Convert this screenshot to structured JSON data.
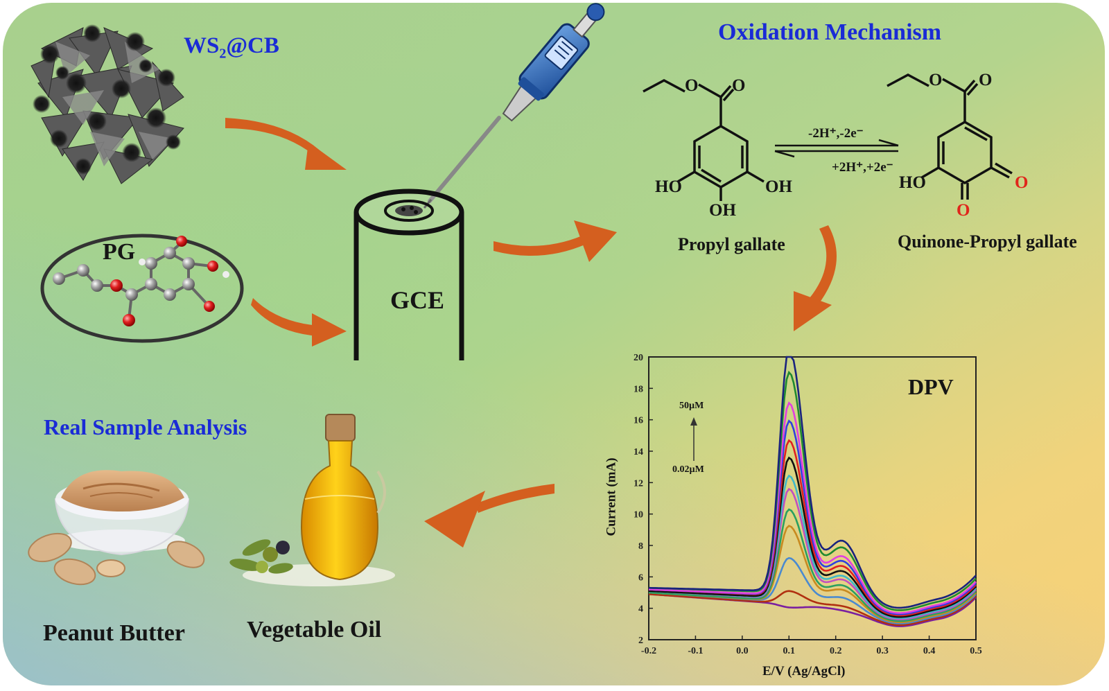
{
  "labels": {
    "ws2cb_main": "WS",
    "ws2cb_sub": "2",
    "ws2cb_tail": "@CB",
    "pg": "PG",
    "gce": "GCE",
    "oxidation_title": "Oxidation Mechanism",
    "propyl_gallate": "Propyl gallate",
    "quinone": "Quinone-Propyl gallate",
    "forward": "-2H⁺,-2e⁻",
    "reverse": "+2H⁺,+2e⁻",
    "real_sample": "Real Sample Analysis",
    "peanut_butter": "Peanut Butter",
    "vegetable_oil": "Vegetable Oil",
    "ho_left": "HO",
    "oh_right": "OH",
    "oh_bottom": "OH",
    "o_top": "O",
    "o_carbonyl": "O",
    "q_o_top": "O",
    "q_o_carbonyl": "O",
    "q_ho_left": "HO",
    "q_o_right": "O",
    "q_o_bottom": "O"
  },
  "colors": {
    "title_blue": "#1a2bd6",
    "arrow_orange": "#d45f1f",
    "quinone_red": "#e0251b"
  },
  "icons": [
    "pipette-icon",
    "ws2cb-nanoparticles-icon",
    "pg-molecule-icon",
    "peanut-butter-icon",
    "vegetable-oil-icon"
  ],
  "chart_data": {
    "type": "line",
    "title": "DPV",
    "xlabel": "E/V (Ag/AgCl)",
    "ylabel": "Current (mA)",
    "xlim": [
      -0.2,
      0.5
    ],
    "ylim": [
      2,
      20
    ],
    "x_ticks": [
      "-0.2",
      "-0.1",
      "0.0",
      "0.1",
      "0.2",
      "0.3",
      "0.4",
      "0.5"
    ],
    "y_ticks": [
      "2",
      "4",
      "6",
      "8",
      "10",
      "12",
      "14",
      "16",
      "18",
      "20"
    ],
    "annotation_top": "50µM",
    "annotation_bottom": "0.02µM",
    "peak_x": 0.1,
    "series": [
      {
        "color": "#7a1fa0",
        "peak": 4.0,
        "base_start": 4.9,
        "base_end": 3.4
      },
      {
        "color": "#b03010",
        "peak": 5.0,
        "base_start": 4.9,
        "base_end": 3.5
      },
      {
        "color": "#4a8ad0",
        "peak": 7.0,
        "base_start": 5.0,
        "base_end": 3.6
      },
      {
        "color": "#c88a20",
        "peak": 9.0,
        "base_start": 5.0,
        "base_end": 3.7
      },
      {
        "color": "#2aa060",
        "peak": 10.0,
        "base_start": 5.0,
        "base_end": 3.8
      },
      {
        "color": "#c050c0",
        "peak": 11.2,
        "base_start": 5.1,
        "base_end": 3.9
      },
      {
        "color": "#40b8c8",
        "peak": 12.0,
        "base_start": 5.1,
        "base_end": 4.0
      },
      {
        "color": "#111111",
        "peak": 13.1,
        "base_start": 5.1,
        "base_end": 4.1
      },
      {
        "color": "#e02020",
        "peak": 14.1,
        "base_start": 5.2,
        "base_end": 4.2
      },
      {
        "color": "#3040e0",
        "peak": 15.3,
        "base_start": 5.2,
        "base_end": 4.3
      },
      {
        "color": "#e040e0",
        "peak": 16.4,
        "base_start": 5.2,
        "base_end": 4.4
      },
      {
        "color": "#208a30",
        "peak": 18.2,
        "base_start": 5.3,
        "base_end": 4.6
      },
      {
        "color": "#1a237e",
        "peak": 19.6,
        "base_start": 5.3,
        "base_end": 4.8
      }
    ]
  }
}
